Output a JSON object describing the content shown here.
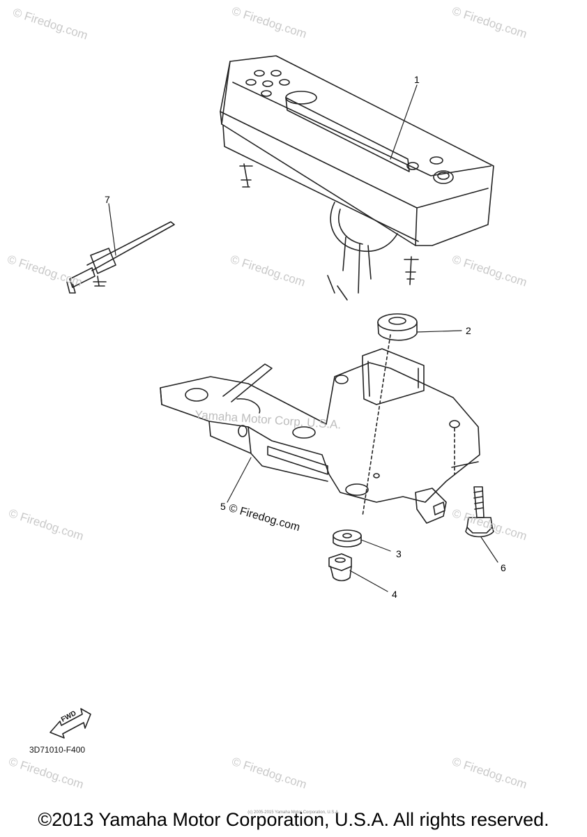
{
  "callouts": {
    "c1": "1",
    "c2": "2",
    "c3": "3",
    "c4": "4",
    "c5": "5",
    "c6": "6",
    "c7": "7"
  },
  "label5_watermark": "© Firedog.com",
  "center_watermark": "Yamaha Motor Corp. U.S.A.",
  "watermark_text": "© Firedog.com",
  "fwd_label": "FWD",
  "part_code": "3D71010-F400",
  "copyright": "©2013 Yamaha Motor Corporation, U.S.A. All rights reserved.",
  "copyright_small": "(c) 2005-2015 Yamaha Motor Corporation, U.S.A."
}
